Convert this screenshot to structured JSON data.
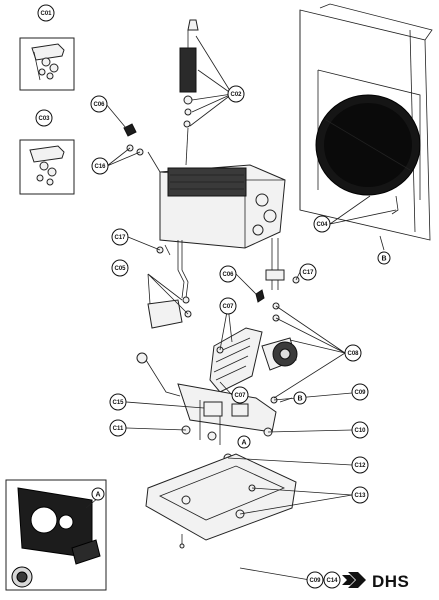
{
  "callouts": {
    "c01": "C01",
    "c02": "C02",
    "c03": "C03",
    "c04": "C04",
    "c05": "C05",
    "c06a": "C06",
    "c06b": "C06",
    "c07a": "C07",
    "c07b": "C07",
    "c08": "C08",
    "c09a": "C09",
    "c09b": "C09",
    "c10": "C10",
    "c11": "C11",
    "c12": "C12",
    "c13": "C13",
    "c14": "C14",
    "c15": "C15",
    "c16": "C16",
    "c17a": "C17",
    "c17b": "C17"
  },
  "letters": {
    "a1": "A",
    "a2": "A",
    "b1": "B",
    "b2": "B"
  },
  "brand": {
    "name": "DHS"
  }
}
